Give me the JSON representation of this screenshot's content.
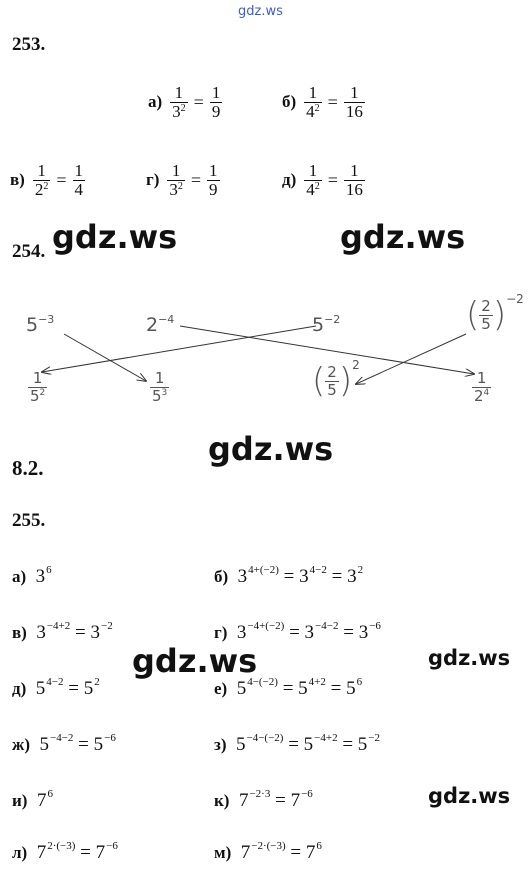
{
  "watermarks": {
    "top": "gdz.ws",
    "main": "gdz.ws"
  },
  "p253": {
    "number": "253.",
    "items": [
      {
        "label": "а)",
        "num1": "1",
        "den1_base": "3",
        "den1_exp": "2",
        "eq": "=",
        "num2": "1",
        "den2": "9"
      },
      {
        "label": "б)",
        "num1": "1",
        "den1_base": "4",
        "den1_exp": "2",
        "eq": "=",
        "num2": "1",
        "den2": "16"
      },
      {
        "label": "в)",
        "num1": "1",
        "den1_base": "2",
        "den1_exp": "2",
        "eq": "=",
        "num2": "1",
        "den2": "4"
      },
      {
        "label": "г)",
        "num1": "1",
        "den1_base": "3",
        "den1_exp": "2",
        "eq": "=",
        "num2": "1",
        "den2": "9"
      },
      {
        "label": "д)",
        "num1": "1",
        "den1_base": "4",
        "den1_exp": "2",
        "eq": "=",
        "num2": "1",
        "den2": "16"
      }
    ]
  },
  "p254": {
    "number": "254.",
    "top": [
      {
        "base": "5",
        "exp": "−3"
      },
      {
        "base": "2",
        "exp": "−4"
      },
      {
        "base": "5",
        "exp": "−2"
      },
      {
        "num": "2",
        "den": "5",
        "exp": "−2"
      }
    ],
    "bottom": [
      {
        "num": "1",
        "den_base": "5",
        "den_exp": "2"
      },
      {
        "num": "1",
        "den_base": "5",
        "den_exp": "3"
      },
      {
        "num": "2",
        "den": "5",
        "exp": "2"
      },
      {
        "num": "1",
        "den_base": "2",
        "den_exp": "4"
      }
    ]
  },
  "p82": {
    "number": "8.2."
  },
  "p255": {
    "number": "255.",
    "items": [
      {
        "label": "а)",
        "parts": [
          {
            "b": "3",
            "e": "6"
          }
        ]
      },
      {
        "label": "б)",
        "parts": [
          {
            "b": "3",
            "e": "4+(−2)"
          },
          {
            "b": "3",
            "e": "4−2"
          },
          {
            "b": "3",
            "e": "2"
          }
        ]
      },
      {
        "label": "в)",
        "parts": [
          {
            "b": "3",
            "e": "−4+2"
          },
          {
            "b": "3",
            "e": "−2"
          }
        ]
      },
      {
        "label": "г)",
        "parts": [
          {
            "b": "3",
            "e": "−4+(−2)"
          },
          {
            "b": "3",
            "e": "−4−2"
          },
          {
            "b": "3",
            "e": "−6"
          }
        ]
      },
      {
        "label": "д)",
        "parts": [
          {
            "b": "5",
            "e": "4−2"
          },
          {
            "b": "5",
            "e": "2"
          }
        ]
      },
      {
        "label": "е)",
        "parts": [
          {
            "b": "5",
            "e": "4−(−2)"
          },
          {
            "b": "5",
            "e": "4+2"
          },
          {
            "b": "5",
            "e": "6"
          }
        ]
      },
      {
        "label": "ж)",
        "parts": [
          {
            "b": "5",
            "e": "−4−2"
          },
          {
            "b": "5",
            "e": "−6"
          }
        ]
      },
      {
        "label": "з)",
        "parts": [
          {
            "b": "5",
            "e": "−4−(−2)"
          },
          {
            "b": "5",
            "e": "−4+2"
          },
          {
            "b": "5",
            "e": "−2"
          }
        ]
      },
      {
        "label": "и)",
        "parts": [
          {
            "b": "7",
            "e": "6"
          }
        ]
      },
      {
        "label": "к)",
        "parts": [
          {
            "b": "7",
            "e": "−2·3"
          },
          {
            "b": "7",
            "e": "−6"
          }
        ]
      },
      {
        "label": "л)",
        "parts": [
          {
            "b": "7",
            "e": "2·(−3)"
          },
          {
            "b": "7",
            "e": "−6"
          }
        ]
      },
      {
        "label": "м)",
        "parts": [
          {
            "b": "7",
            "e": "−2·(−3)"
          },
          {
            "b": "7",
            "e": "6"
          }
        ]
      }
    ]
  }
}
